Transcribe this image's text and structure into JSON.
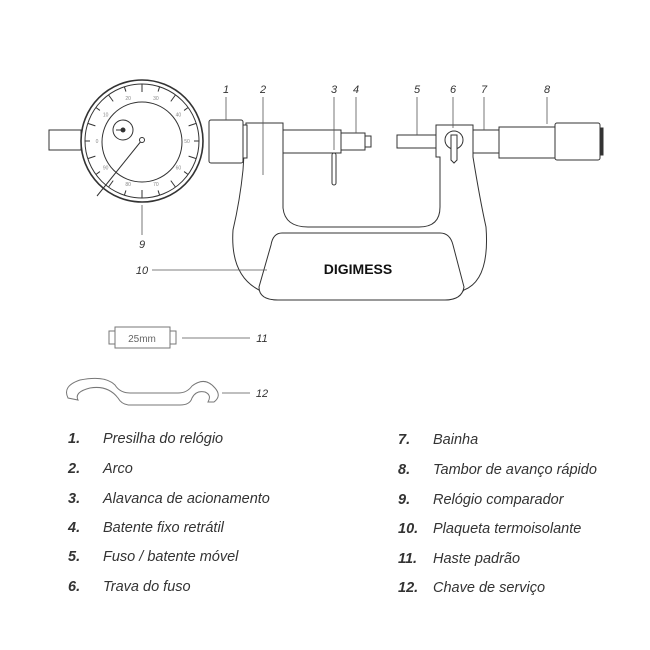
{
  "diagram": {
    "brand": "DIGIMESS",
    "standard_label": "25mm",
    "dial_numbers": [
      "0",
      "10",
      "20",
      "30",
      "40",
      "50",
      "60",
      "70",
      "80",
      "90"
    ],
    "callouts": [
      "1",
      "2",
      "3",
      "4",
      "5",
      "6",
      "7",
      "8",
      "9",
      "10",
      "11",
      "12"
    ]
  },
  "legend": {
    "left": [
      {
        "num": "1.",
        "text": "Presilha do relógio"
      },
      {
        "num": "2.",
        "text": "Arco"
      },
      {
        "num": "3.",
        "text": "Alavanca de acionamento"
      },
      {
        "num": "4.",
        "text": "Batente fixo retrátil"
      },
      {
        "num": "5.",
        "text": "Fuso / batente móvel"
      },
      {
        "num": "6.",
        "text": "Trava do fuso"
      }
    ],
    "right": [
      {
        "num": "7.",
        "text": "Bainha"
      },
      {
        "num": "8.",
        "text": "Tambor de avanço rápido"
      },
      {
        "num": "9.",
        "text": "Relógio comparador"
      },
      {
        "num": "10.",
        "text": "Plaqueta termoisolante"
      },
      {
        "num": "11.",
        "text": "Haste padrão"
      },
      {
        "num": "12.",
        "text": "Chave de serviço"
      }
    ]
  }
}
